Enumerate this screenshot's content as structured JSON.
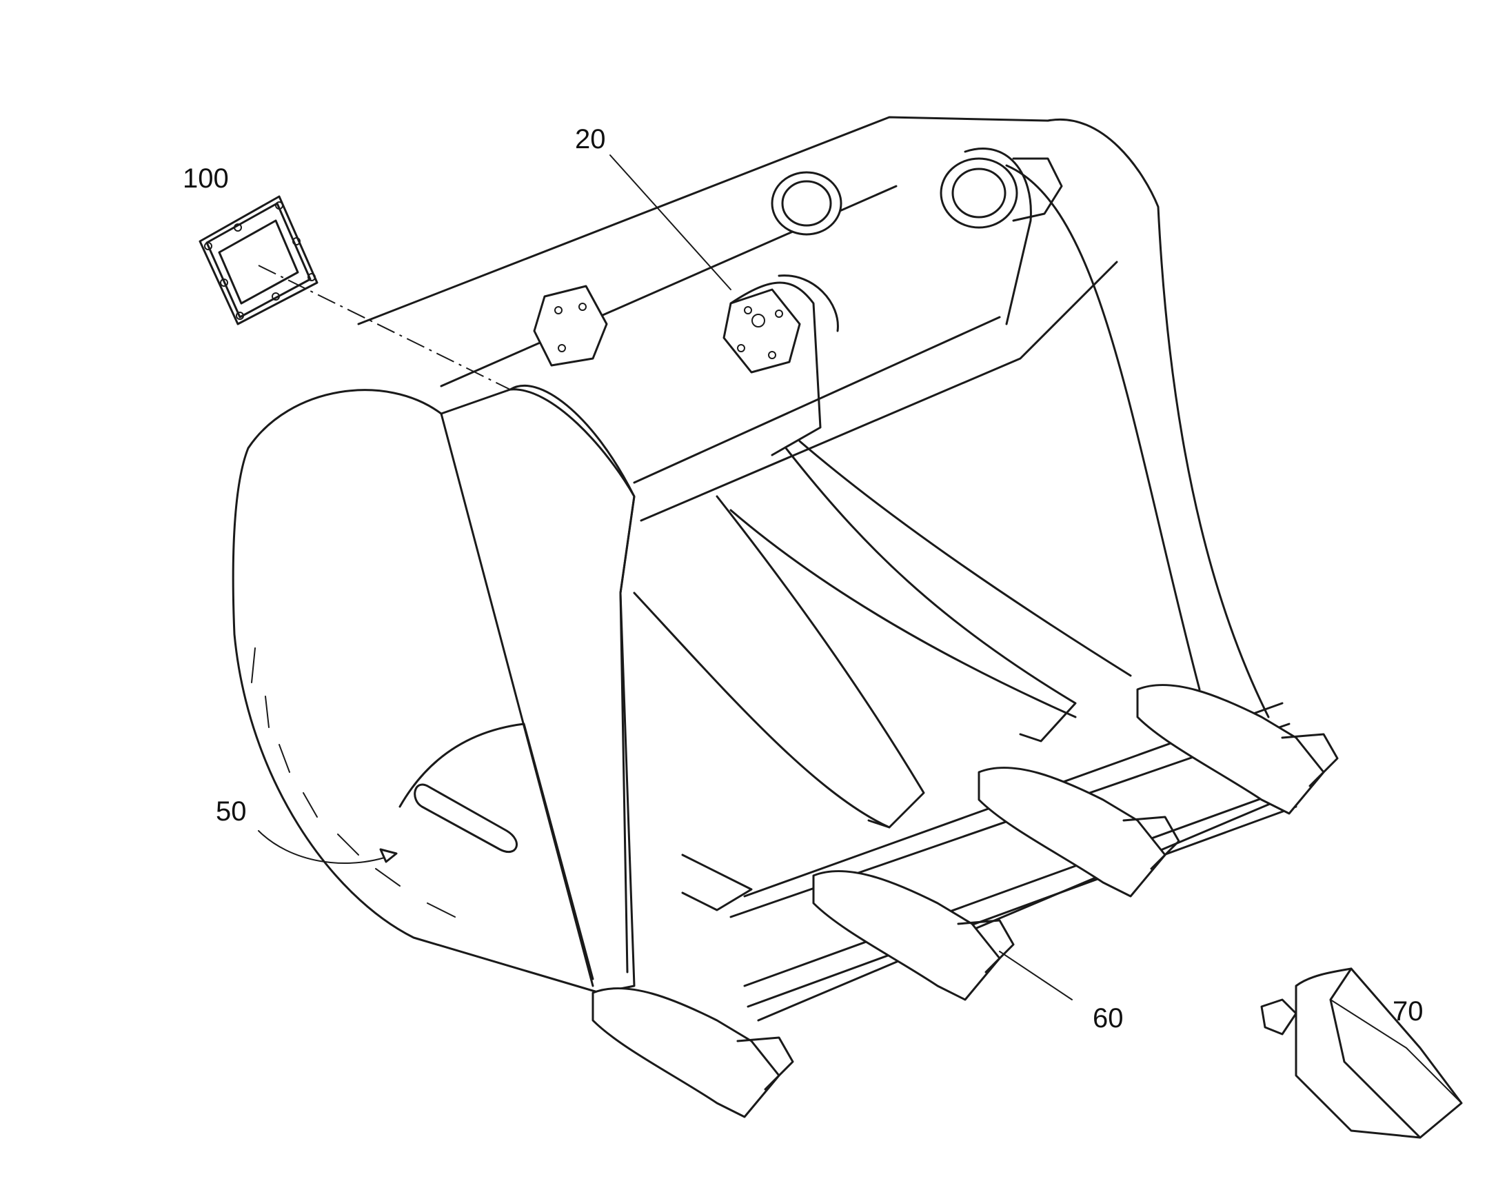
{
  "labels": {
    "sensor_module": "100",
    "pin_boss": "20",
    "bucket_body": "50",
    "cutting_edge": "60",
    "tooth": "70"
  },
  "colors": {
    "ink": "#1a1a1a",
    "background": "#ffffff"
  }
}
